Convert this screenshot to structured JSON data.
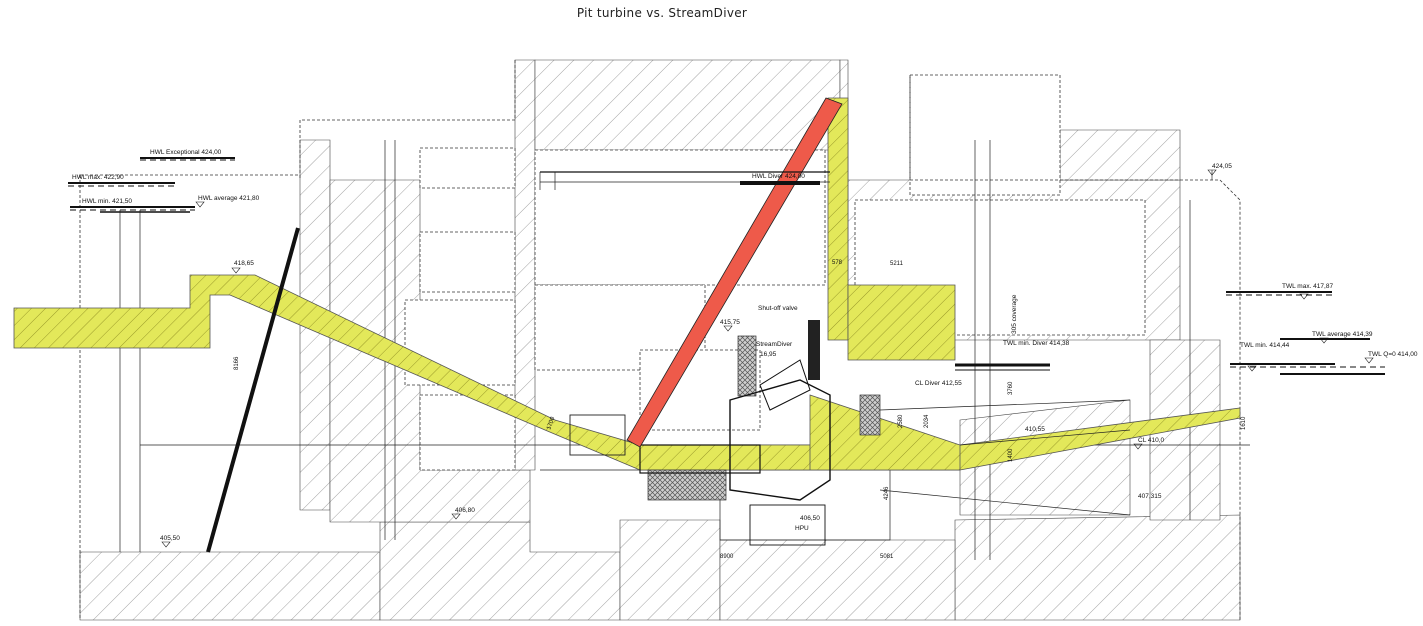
{
  "title": "Pit turbine vs. StreamDiver",
  "colors": {
    "streamdiver_fill": "#e3e85a",
    "pipe_red": "#ee5a4a",
    "concrete_hatch": "#555555",
    "line": "#222222"
  },
  "headwater": {
    "hwl_exceptional": "HWL Exceptional 424,00",
    "hwl_max": "HWL max. 422,90",
    "hwl_average": "HWL average 421,80",
    "hwl_min": "HWL min. 421,50",
    "hwl_diver": "HWL Diver 424,00"
  },
  "tailwater": {
    "twl_max": "TWL max. 417,87",
    "twl_average": "TWL average 414,39",
    "twl_min": "TWL min. 414,44",
    "twl_q0": "TWL Q=0 414,00",
    "twl_min_diver": "TWL min. Diver 414,38"
  },
  "elevations": {
    "top_right": "424,05",
    "intake_left": "418,65",
    "intake_center": "415,75",
    "bottom_left": "405,50",
    "bottom_mid": "406,80",
    "hpu_level": "406,50",
    "outlet_bottom": "407,315",
    "outlet_mid": "410,55",
    "cl_outlet": "CL 410,0"
  },
  "labels": {
    "shutoff_valve": "Shut-off valve",
    "streamdiver": "StreamDiver",
    "streamdiver_size": "16,95",
    "cl_diver": "CL Diver 412,55",
    "hpu": "HPU",
    "submergence": "305 coverage"
  },
  "dimensions": {
    "d_5211": "5211",
    "d_8900": "8900",
    "d_5081": "5081",
    "d_8166": "8166",
    "d_1700": "1700",
    "d_1610": "1610",
    "d_3760": "3760",
    "d_2580": "2580",
    "d_2034": "2034",
    "d_4246": "4246",
    "d_1400": "1400",
    "d_578": "578"
  }
}
